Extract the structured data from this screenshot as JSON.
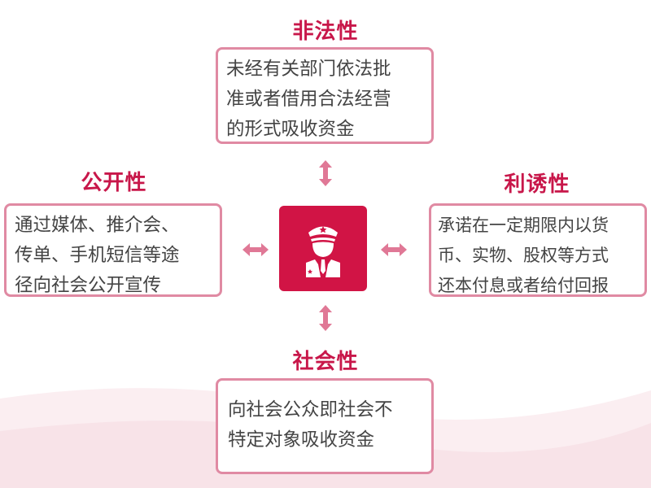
{
  "top": {
    "title": "非法性",
    "lines": [
      "未经有关部门依法批",
      "准或者借用合法经营",
      "的形式吸收资金"
    ]
  },
  "left": {
    "title": "公开性",
    "lines": [
      "通过媒体、推介会、",
      "传单、手机短信等途",
      "径向社会公开宣传"
    ]
  },
  "right": {
    "title": "利诱性",
    "lines": [
      "承诺在一定期限内以货",
      "币、实物、股权等方式",
      "还本付息或者给付回报"
    ]
  },
  "bottom": {
    "title": "社会性",
    "lines": [
      "向社会公众即社会不",
      "特定对象吸收资金"
    ]
  },
  "colors": {
    "accent": "#c8174a",
    "icon_bg": "#d11445",
    "border": "#e08aa3"
  }
}
